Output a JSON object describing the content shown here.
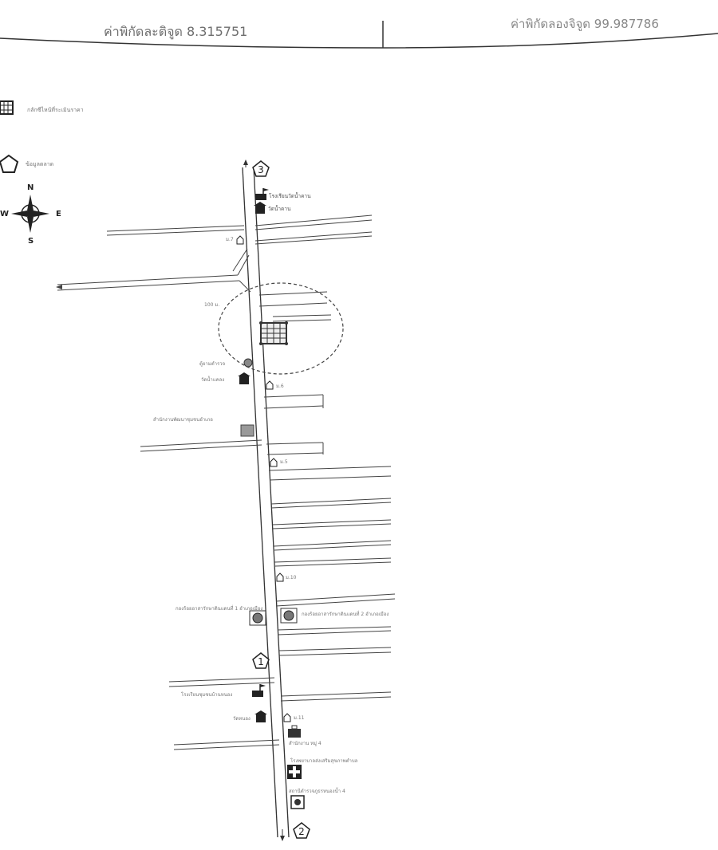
{
  "header": {
    "latitude": "ค่าพิกัดละติจูด 8.315751",
    "longitude": "ค่าพิกัดลองจิจูด 99.987786"
  },
  "legend": {
    "grid_item": "กลักซีไหน้ที่ระเมินราคา",
    "pentagon_item": "ข้อมูลตลาด"
  },
  "compass": {
    "n": "N",
    "s": "S",
    "e": "E",
    "w": "W"
  },
  "markers": [
    "3",
    "1",
    "2"
  ],
  "labels": {
    "school_top": "โรงเรียนวัดน้ำคาน",
    "temple_top": "วัดน้ำคาน",
    "moo_7": "ม.7",
    "distance_100": "100 ม.",
    "police_box": "ตู้ยามตำรวจ",
    "temple_mid": "วัดน้ำแคลง",
    "moo_6": "ม.6",
    "office_left": "สำนักงานพัฒนาชุมชนอำเภอ",
    "moo_5": "ม.5",
    "moo_10": "ม.10",
    "school_left": "กองร้อยอาสารักษาดินแดนที่ 1 อำเภอเมือง",
    "school_right": "กองร้อยอาสารักษาดินแดนที่ 2 อำเภอเมือง",
    "school_bottom": "โรงเรียนชุมชนบ้านหนอง",
    "temple_bottom": "วัดหนอง",
    "moo_11": "ม.11",
    "office_bottom": "สำนักงาน หมู่ 4",
    "hospital": "โรงพยาบาลส่งเสริมสุขภาพตำบล",
    "station": "สถานีตำรวจภูธรหนองน้ำ 4"
  }
}
